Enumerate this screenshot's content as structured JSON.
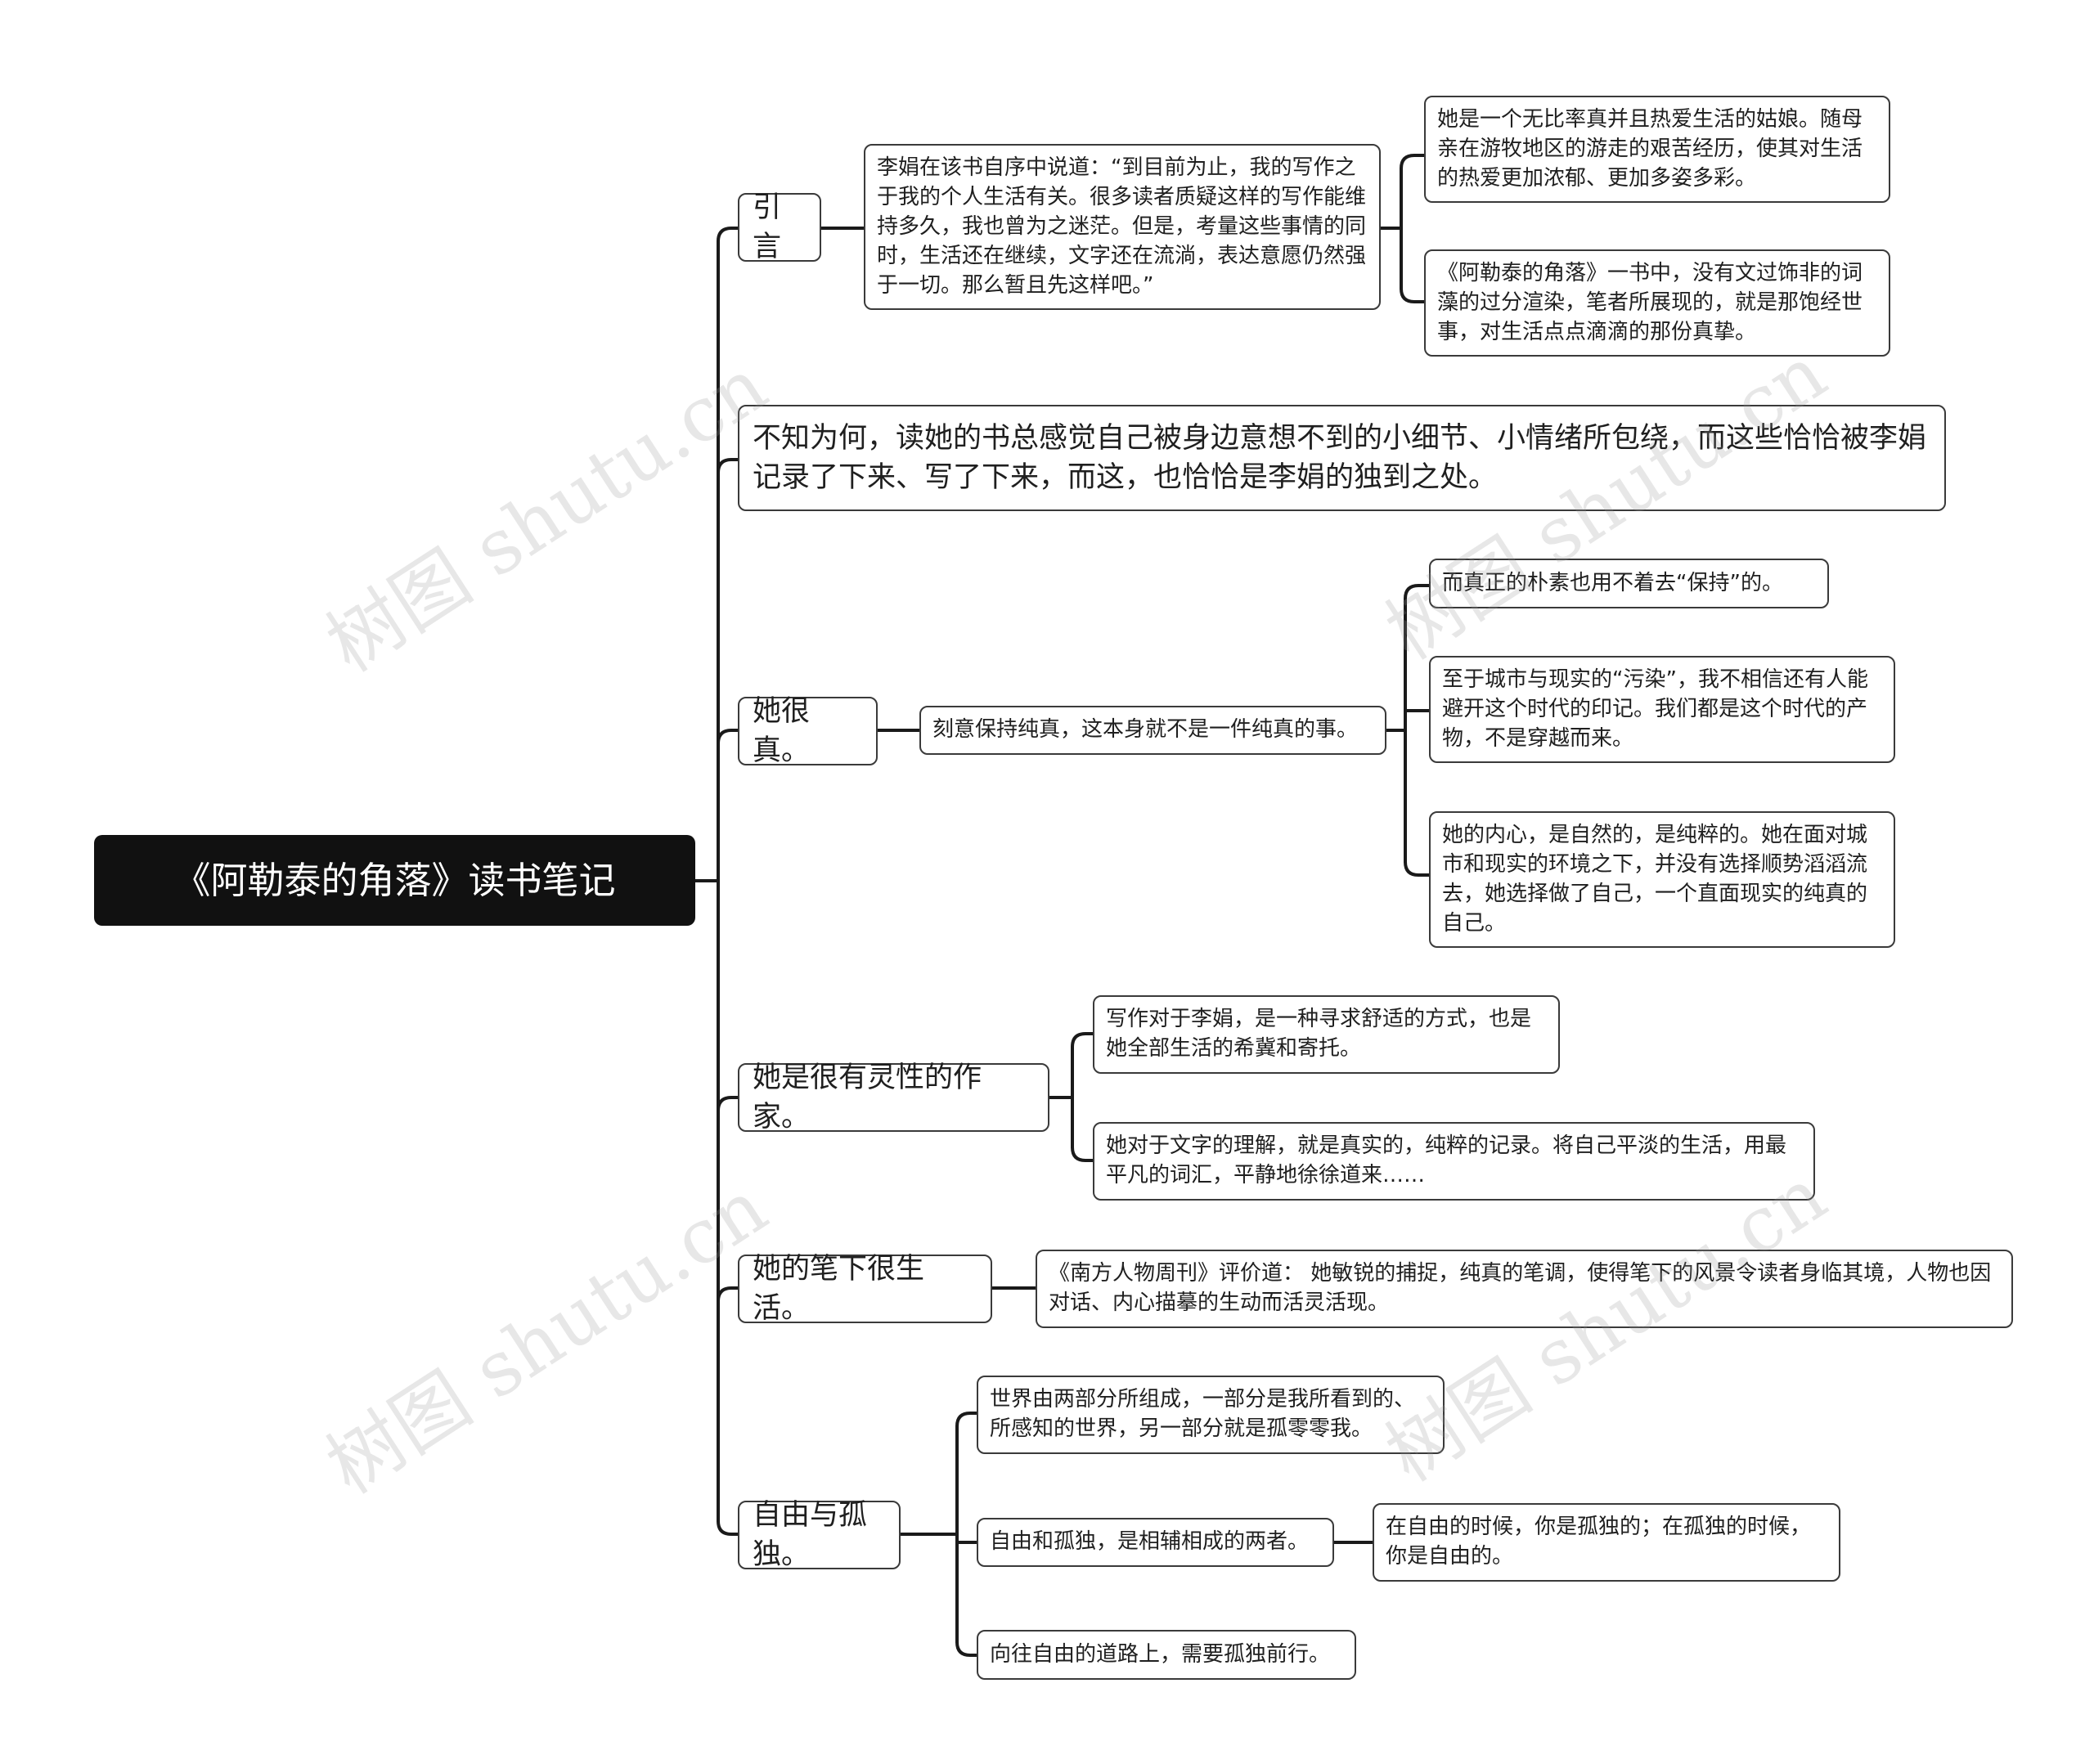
{
  "root": {
    "title": "《阿勒泰的角落》读书笔记"
  },
  "branches": {
    "intro": {
      "label": "引言",
      "quote": "李娟在该书自序中说道：“到目前为止，我的写作之于我的个人生活有关。很多读者质疑这样的写作能维持多久，我也曾为之迷茫。但是，考量这些事情的同时，生活还在继续，文字还在流淌，表达意愿仍然强于一切。那么暂且先这样吧。”",
      "notes": [
        "她是一个无比率真并且热爱生活的姑娘。随母亲在游牧地区的游走的艰苦经历，使其对生活的热爱更加浓郁、更加多姿多彩。",
        "《阿勒泰的角落》一书中，没有文过饰非的词藻的过分渲染，笔者所展现的，就是那饱经世事，对生活点点滴滴的那份真挚。"
      ]
    },
    "feeling": {
      "label": "不知为何，读她的书总感觉自己被身边意想不到的小细节、小情绪所包绕，而这些恰恰被李娟记录了下来、写了下来，而这，也恰恰是李娟的独到之处。"
    },
    "genuine": {
      "label": "她很真。",
      "middle": "刻意保持纯真，这本身就不是一件纯真的事。",
      "notes": [
        "而真正的朴素也用不着去“保持”的。",
        "至于城市与现实的“污染”，我不相信还有人能避开这个时代的印记。我们都是这个时代的产物，不是穿越而来。",
        "她的内心，是自然的，是纯粹的。她在面对城市和现实的环境之下，并没有选择顺势滔滔流去，她选择做了自己，一个直面现实的纯真的自己。"
      ]
    },
    "spirit": {
      "label": "她是很有灵性的作家。",
      "notes": [
        "写作对于李娟，是一种寻求舒适的方式，也是她全部生活的希冀和寄托。",
        "她对于文字的理解，就是真实的，纯粹的记录。将自己平淡的生活，用最平凡的词汇，平静地徐徐道来……"
      ]
    },
    "lively": {
      "label": "她的笔下很生活。",
      "note": "《南方人物周刊》评价道： 她敏锐的捕捉，纯真的笔调，使得笔下的风景令读者身临其境，人物也因对话、内心描摹的生动而活灵活现。"
    },
    "freedom": {
      "label": "自由与孤独。",
      "notes": [
        "世界由两部分所组成，一部分是我所看到的、所感知的世界，另一部分就是孤零零我。",
        "自由和孤独，是相辅相成的两者。",
        "向往自由的道路上，需要孤独前行。"
      ],
      "sub_note": "在自由的时候，你是孤独的；在孤独的时候，你是自由的。"
    }
  },
  "watermark": "树图 shutu.cn",
  "colors": {
    "root_bg": "#111111",
    "line": "#1a1a1a",
    "border": "#3a3a3a"
  }
}
